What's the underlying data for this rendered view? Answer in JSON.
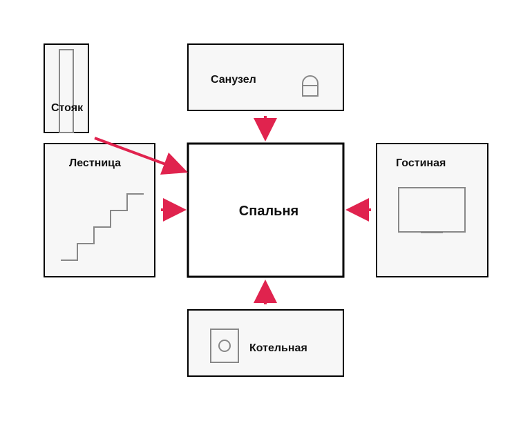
{
  "rooms": {
    "bedroom": {
      "label": "Спальня"
    },
    "bathroom": {
      "label": "Санузел"
    },
    "stairs": {
      "label": "Лестница"
    },
    "riser": {
      "label": "Стояк"
    },
    "living": {
      "label": "Гостиная"
    },
    "boiler": {
      "label": "Котельная"
    }
  },
  "colors": {
    "arrow": "#e0234e",
    "box_fill": "#f7f7f7",
    "border": "#000000",
    "icon": "#888888"
  },
  "icons": {
    "bathroom": "toilet-icon",
    "stairs": "staircase-icon",
    "riser": "pipe-icon",
    "living": "sofa-icon",
    "boiler": "boiler-icon"
  }
}
